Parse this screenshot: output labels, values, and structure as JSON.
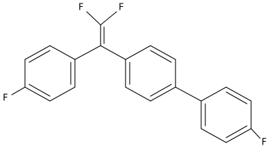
{
  "molecule": {
    "atoms": {
      "f_vinyl_left": "F",
      "f_vinyl_right": "F",
      "f_ring_left": "F",
      "f_ring_far": "F"
    }
  },
  "colors": {
    "bond": "#000000",
    "label": "#000000",
    "background": "#ffffff"
  }
}
